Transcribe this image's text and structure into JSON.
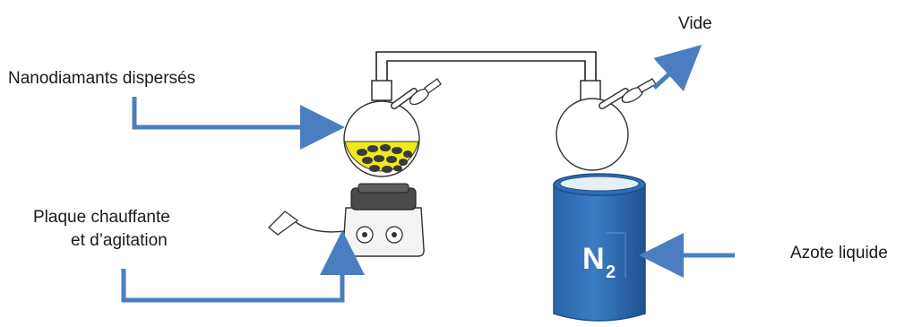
{
  "labels": {
    "vacuum": "Vide",
    "dispersed_nanodiamonds": "Nanodiamants dispersés",
    "hotplate_line1": "Plaque chauffante",
    "hotplate_line2": "et d’agitation",
    "liquid_nitrogen": "Azote liquide",
    "n2_symbol": "N",
    "n2_subscript": "2"
  },
  "colors": {
    "arrow": "#4a7ec0",
    "dewar": "#2f6eb5",
    "dewar_dark": "#1f4f88",
    "liquid": "#f0e81a",
    "particles": "#3a3a3a"
  }
}
